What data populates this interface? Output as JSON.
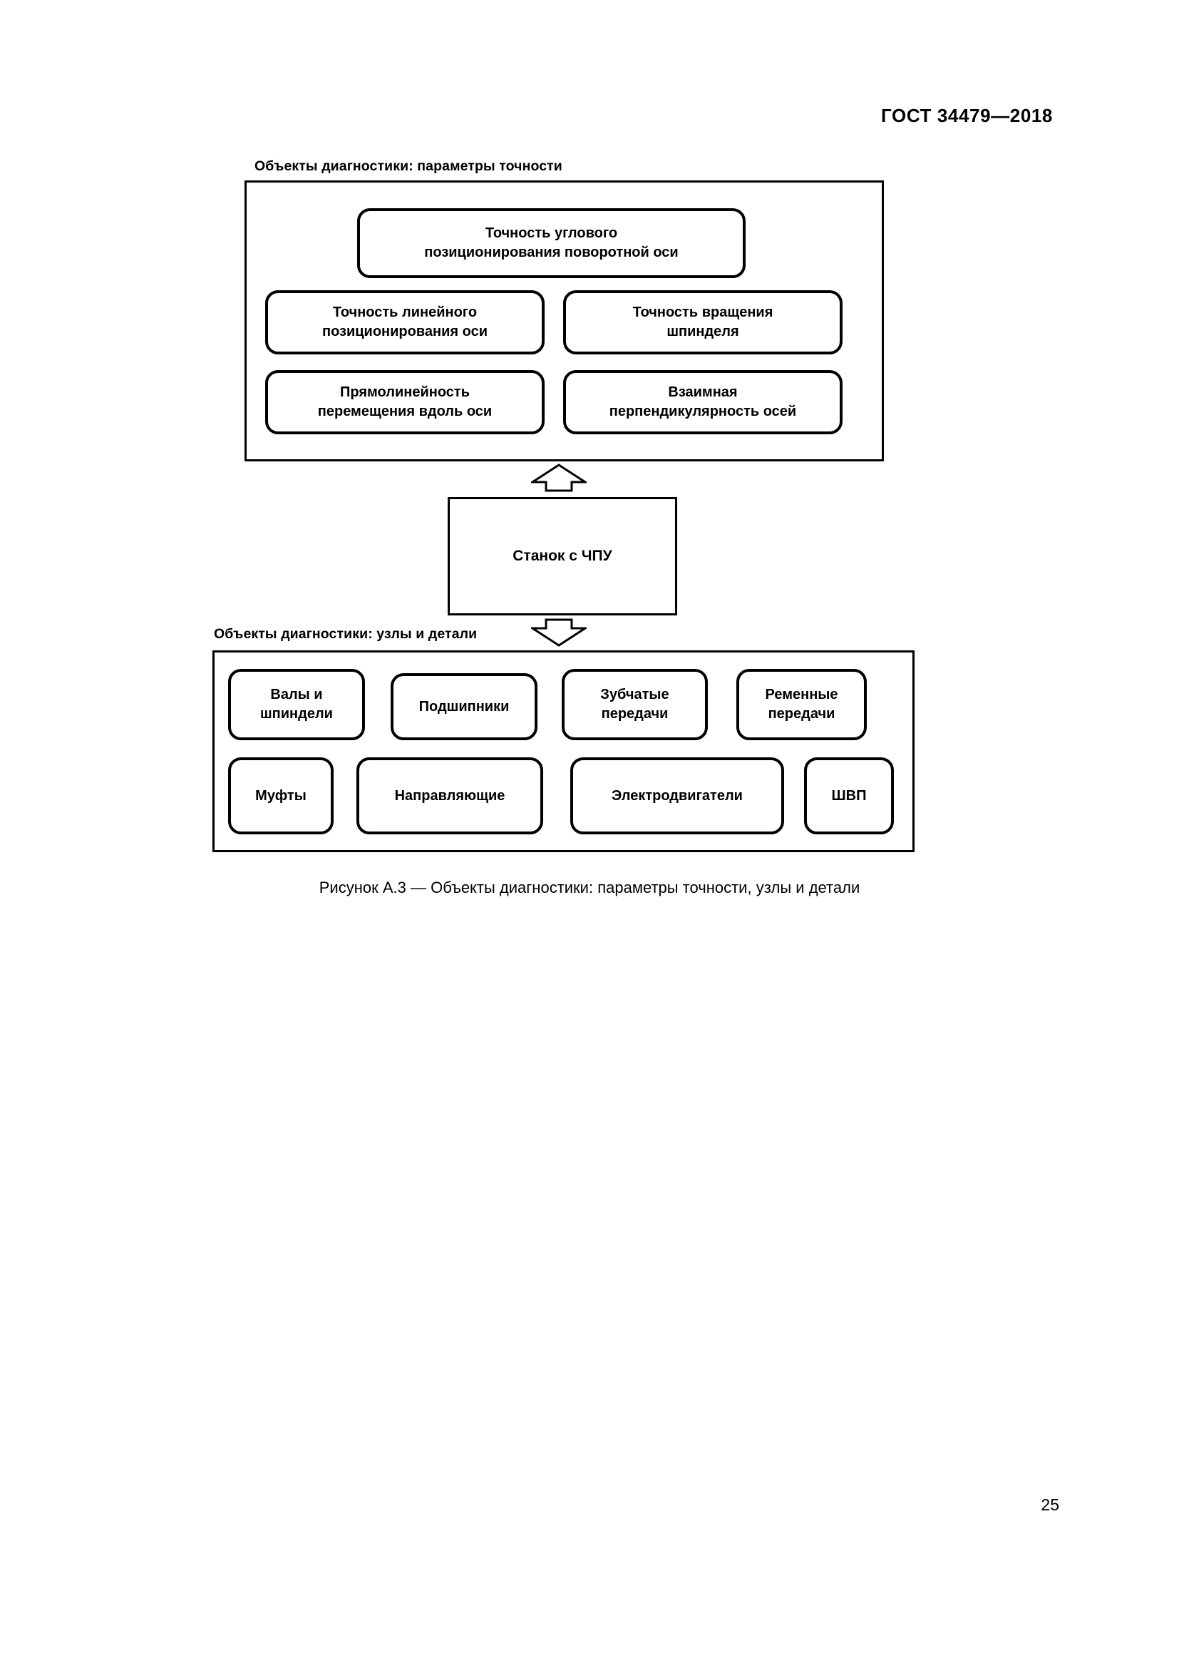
{
  "document": {
    "header": "ГОСТ 34479—2018",
    "page_number": "25"
  },
  "figure": {
    "caption": "Рисунок А.3 — Объекты диагностики: параметры точности, узлы и детали",
    "accuracy_group": {
      "caption": "Объекты диагностики: параметры точности",
      "nodes": [
        {
          "line1": "Точность углового",
          "line2": "позиционирования поворотной оси"
        },
        {
          "line1": "Точность линейного",
          "line2": "позиционирования оси"
        },
        {
          "line1": "Точность вращения",
          "line2": "шпинделя"
        },
        {
          "line1": "Прямолинейность",
          "line2": "перемещения вдоль оси"
        },
        {
          "line1": "Взаимная",
          "line2": "перпендикулярность осей"
        }
      ]
    },
    "machine": {
      "label": "Станок с ЧПУ"
    },
    "arrows": [
      {
        "name": "arrow-up",
        "direction": "up"
      },
      {
        "name": "arrow-down",
        "direction": "down"
      }
    ],
    "units_group": {
      "caption": "Объекты диагностики: узлы и детали",
      "nodes": [
        {
          "line1": "Валы и",
          "line2": "шпиндели"
        },
        {
          "line1": "Подшипники",
          "line2": ""
        },
        {
          "line1": "Зубчатые",
          "line2": "передачи"
        },
        {
          "line1": "Ременные",
          "line2": "передачи"
        },
        {
          "line1": "Муфты",
          "line2": ""
        },
        {
          "line1": "Направляющие",
          "line2": ""
        },
        {
          "line1": "Электродвигатели",
          "line2": ""
        },
        {
          "line1": "ШВП",
          "line2": ""
        }
      ]
    }
  },
  "colors": {
    "ink": "#000000",
    "paper": "#ffffff"
  }
}
